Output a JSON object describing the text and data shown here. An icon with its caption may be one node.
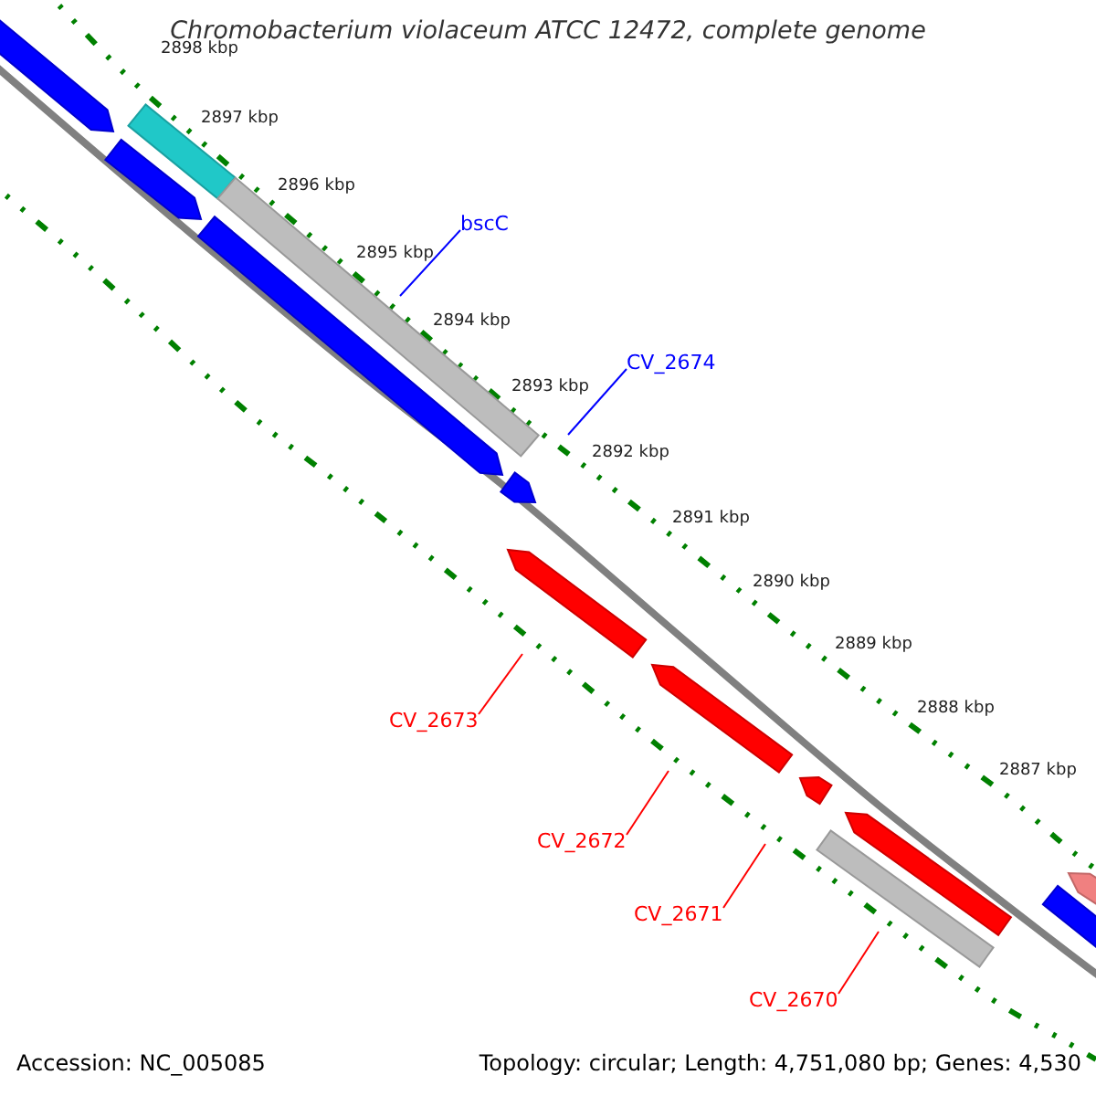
{
  "diagram": {
    "title": "Chromobacterium violaceum ATCC 12472, complete genome",
    "nodes": [
      {
        "text": [
          "bscC"
        ]
      },
      {
        "text": [
          "CV_2674"
        ]
      },
      {
        "text": [
          "CV_2673"
        ]
      },
      {
        "text": [
          "CV_2672"
        ]
      },
      {
        "text": [
          "CV_2671"
        ]
      },
      {
        "text": [
          "CV_2670"
        ]
      }
    ],
    "edges": [
      {
        "from": 0,
        "to": null,
        "arrow": "none",
        "color": "#0000ff"
      },
      {
        "from": 1,
        "to": null,
        "arrow": "none",
        "color": "#0000ff"
      },
      {
        "from": 2,
        "to": null,
        "arrow": "none"
      },
      {
        "from": 3,
        "to": null,
        "arrow": "none"
      },
      {
        "from": 4,
        "to": null,
        "arrow": "none"
      },
      {
        "from": 5,
        "to": null,
        "arrow": "none"
      }
    ],
    "labels": [
      "2898 kbp",
      "2897 kbp",
      "2896 kbp",
      "2895 kbp",
      "2894 kbp",
      "2893 kbp",
      "2892 kbp",
      "2891 kbp",
      "2890 kbp",
      "2889 kbp",
      "2888 kbp",
      "2887 kbp",
      "Accession: NC_005085",
      "Topology: circular; Length: 4,751,080 bp; Genes: 4,530"
    ]
  }
}
